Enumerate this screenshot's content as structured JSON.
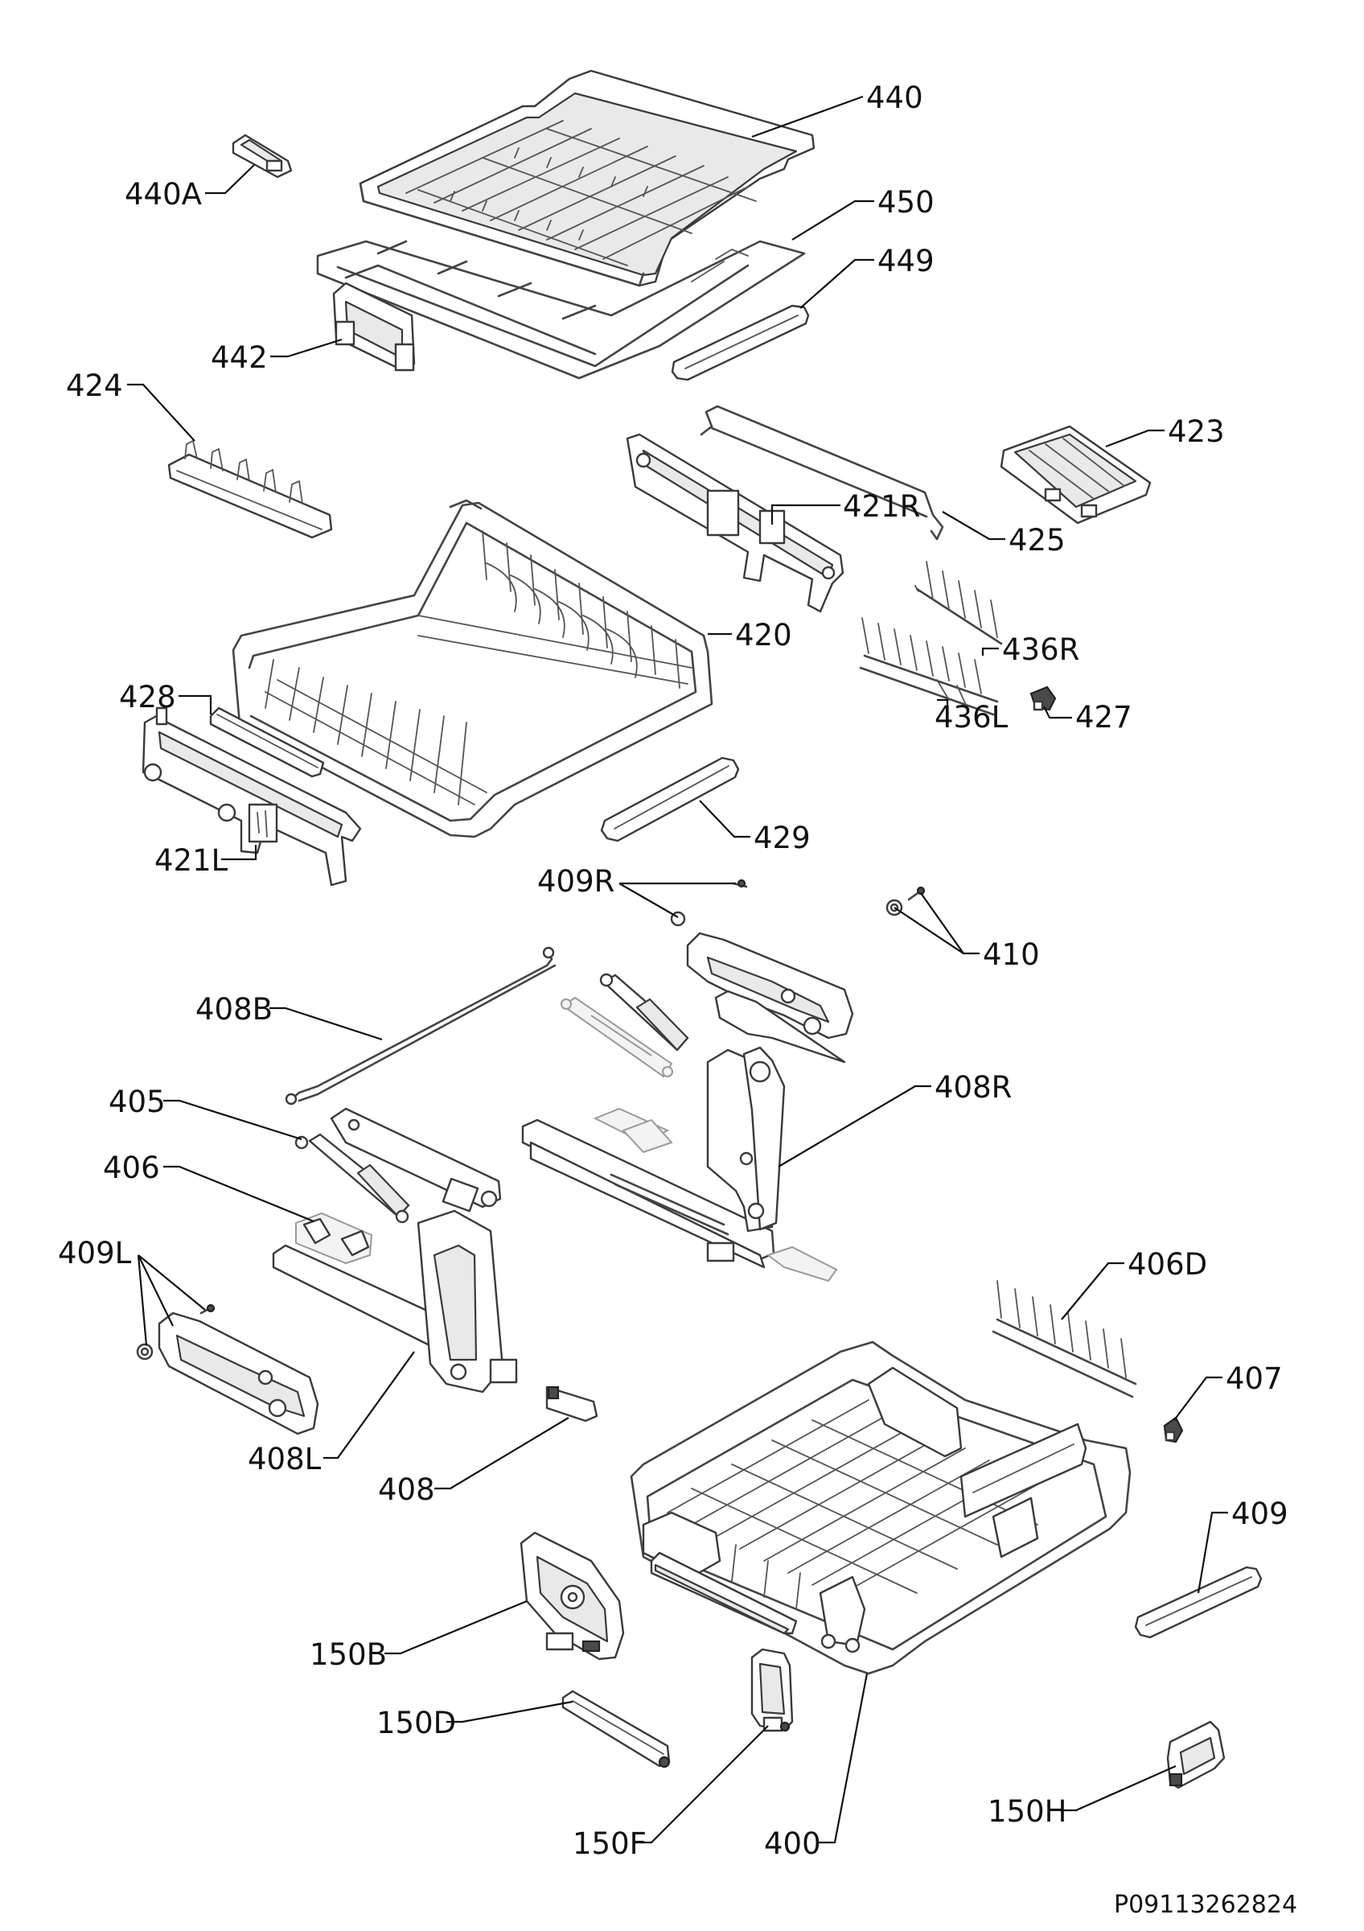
{
  "diagram": {
    "document_number": "P09113262824",
    "callouts": [
      {
        "id": "440",
        "label": "440"
      },
      {
        "id": "440A",
        "label": "440A"
      },
      {
        "id": "450",
        "label": "450"
      },
      {
        "id": "449",
        "label": "449"
      },
      {
        "id": "442",
        "label": "442"
      },
      {
        "id": "424",
        "label": "424"
      },
      {
        "id": "423",
        "label": "423"
      },
      {
        "id": "421R",
        "label": "421R"
      },
      {
        "id": "425",
        "label": "425"
      },
      {
        "id": "420",
        "label": "420"
      },
      {
        "id": "436R",
        "label": "436R"
      },
      {
        "id": "428",
        "label": "428"
      },
      {
        "id": "436L",
        "label": "436L"
      },
      {
        "id": "427",
        "label": "427"
      },
      {
        "id": "429",
        "label": "429"
      },
      {
        "id": "421L",
        "label": "421L"
      },
      {
        "id": "409R",
        "label": "409R"
      },
      {
        "id": "410",
        "label": "410"
      },
      {
        "id": "408B",
        "label": "408B"
      },
      {
        "id": "408R",
        "label": "408R"
      },
      {
        "id": "405",
        "label": "405"
      },
      {
        "id": "406",
        "label": "406"
      },
      {
        "id": "406D",
        "label": "406D"
      },
      {
        "id": "409L",
        "label": "409L"
      },
      {
        "id": "407",
        "label": "407"
      },
      {
        "id": "408L",
        "label": "408L"
      },
      {
        "id": "409",
        "label": "409"
      },
      {
        "id": "408",
        "label": "408"
      },
      {
        "id": "150B",
        "label": "150B"
      },
      {
        "id": "150D",
        "label": "150D"
      },
      {
        "id": "150H",
        "label": "150H"
      },
      {
        "id": "150F",
        "label": "150F"
      },
      {
        "id": "400",
        "label": "400"
      }
    ]
  }
}
